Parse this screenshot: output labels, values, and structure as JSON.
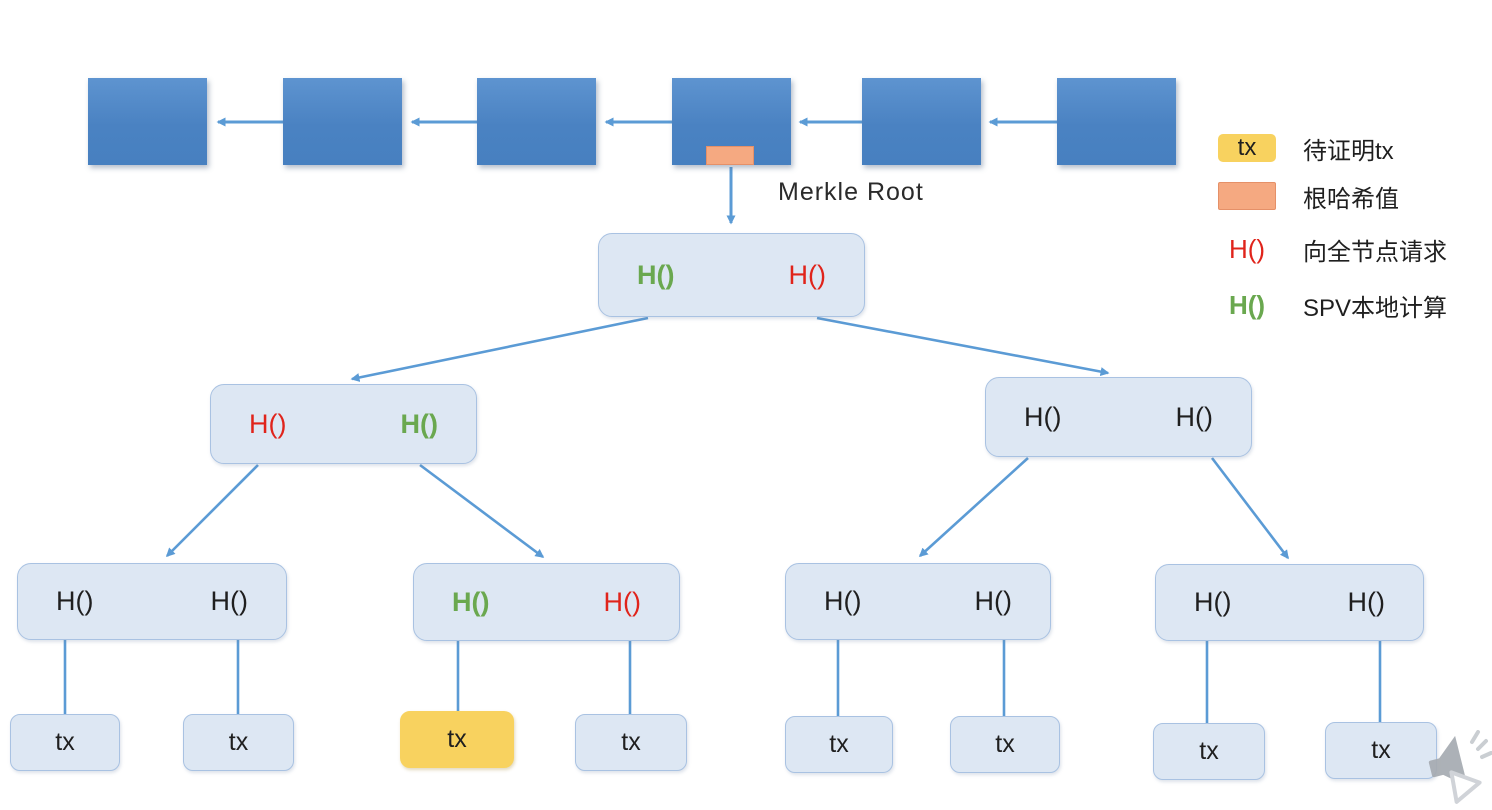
{
  "colors": {
    "block_blue": "#4e86c6",
    "arrow_blue": "#5b9bd5",
    "node_fill": "#dde7f3",
    "node_border": "#a9c2e2",
    "highlight_yellow": "#f8d25f",
    "root_hash_orange": "#f5a981",
    "status": {
      "local": "#6aa84f",
      "request": "#e0241b",
      "plain": "#1f1f1f"
    }
  },
  "blockchain": {
    "blocks": [
      {
        "has_root_hash": false
      },
      {
        "has_root_hash": false
      },
      {
        "has_root_hash": false
      },
      {
        "has_root_hash": true
      },
      {
        "has_root_hash": false
      },
      {
        "has_root_hash": false
      }
    ]
  },
  "labels": {
    "merkle_root": "Merkle Root"
  },
  "tree": {
    "root": {
      "left": {
        "label": "H()",
        "status": "local"
      },
      "right": {
        "label": "H()",
        "status": "request"
      }
    },
    "level2": [
      {
        "left": {
          "label": "H()",
          "status": "request"
        },
        "right": {
          "label": "H()",
          "status": "local"
        }
      },
      {
        "left": {
          "label": "H()",
          "status": "plain"
        },
        "right": {
          "label": "H()",
          "status": "plain"
        }
      }
    ],
    "level3": [
      {
        "left": {
          "label": "H()",
          "status": "plain"
        },
        "right": {
          "label": "H()",
          "status": "plain"
        }
      },
      {
        "left": {
          "label": "H()",
          "status": "local"
        },
        "right": {
          "label": "H()",
          "status": "request"
        }
      },
      {
        "left": {
          "label": "H()",
          "status": "plain"
        },
        "right": {
          "label": "H()",
          "status": "plain"
        }
      },
      {
        "left": {
          "label": "H()",
          "status": "plain"
        },
        "right": {
          "label": "H()",
          "status": "plain"
        }
      }
    ],
    "leaves": [
      {
        "label": "tx",
        "highlighted": false
      },
      {
        "label": "tx",
        "highlighted": false
      },
      {
        "label": "tx",
        "highlighted": true
      },
      {
        "label": "tx",
        "highlighted": false
      },
      {
        "label": "tx",
        "highlighted": false
      },
      {
        "label": "tx",
        "highlighted": false
      },
      {
        "label": "tx",
        "highlighted": false
      },
      {
        "label": "tx",
        "highlighted": false
      }
    ]
  },
  "legend": {
    "items": [
      {
        "swatch": "tx-highlight",
        "swatch_label": "tx",
        "status": "plain",
        "label": "待证明tx"
      },
      {
        "swatch": "root-hash",
        "swatch_label": "",
        "status": "plain",
        "label": "根哈希值"
      },
      {
        "swatch": "hash-request",
        "swatch_label": "H()",
        "status": "request",
        "label": "向全节点请求"
      },
      {
        "swatch": "hash-local",
        "swatch_label": "H()",
        "status": "local",
        "label": "SPV本地计算"
      }
    ]
  },
  "media": {
    "speaker_icon": "speaker-muted-icon",
    "play_icon": "play-icon"
  }
}
